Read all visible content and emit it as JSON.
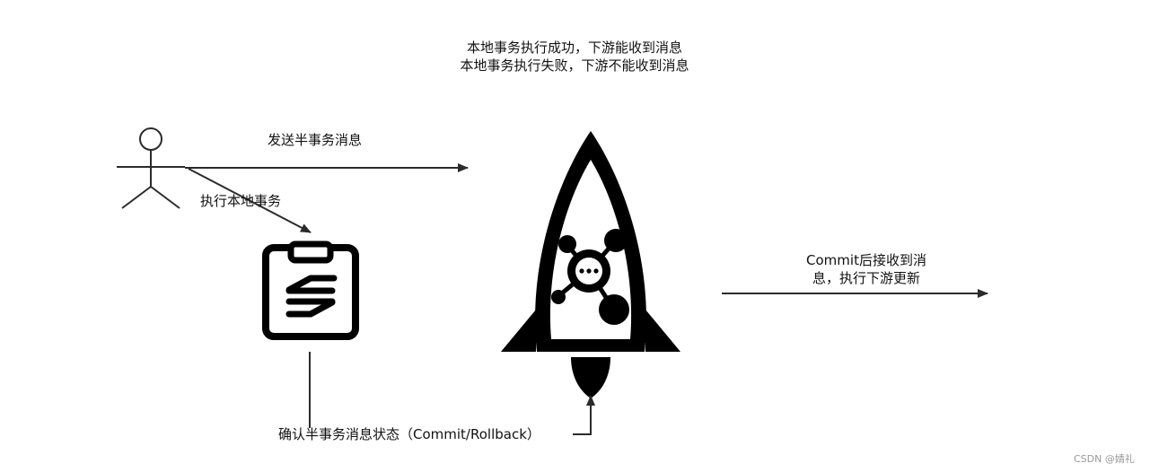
{
  "diagram": {
    "top_note": {
      "line1": "本地事务执行成功，下游能收到消息",
      "line2": "本地事务执行失败，下游不能收到消息"
    },
    "labels": {
      "send_half_message": "发送半事务消息",
      "execute_local_tx": "执行本地事务",
      "confirm_status": "确认半事务消息状态（Commit/Rollback）",
      "downstream_line1": "Commit后接收到消",
      "downstream_line2": "息，执行下游更新"
    },
    "icons": {
      "actor": "stick-figure-icon",
      "local_db": "clipboard-transfer-icon",
      "mq": "rocket-icon"
    }
  },
  "watermark": "CSDN @婧礼"
}
